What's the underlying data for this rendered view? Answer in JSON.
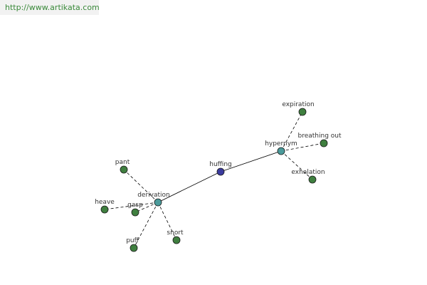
{
  "header": {
    "url": "http://www.artikata.com"
  },
  "colors": {
    "center_node": "#3b3b9e",
    "relation_node": "#4a9a9a",
    "leaf_node": "#3f7f3f",
    "edge": "#000000",
    "url_text": "#3a8a3a"
  },
  "graph": {
    "nodes": [
      {
        "id": "huffing",
        "label": "huffing",
        "kind": "center"
      },
      {
        "id": "hypernym",
        "label": "hypernym",
        "kind": "relation"
      },
      {
        "id": "derivation",
        "label": "derivation",
        "kind": "relation"
      },
      {
        "id": "expiration",
        "label": "expiration",
        "kind": "leaf"
      },
      {
        "id": "breathing-out",
        "label": "breathing out",
        "kind": "leaf"
      },
      {
        "id": "exhalation",
        "label": "exhalation",
        "kind": "leaf"
      },
      {
        "id": "pant",
        "label": "pant",
        "kind": "leaf"
      },
      {
        "id": "heave",
        "label": "heave",
        "kind": "leaf"
      },
      {
        "id": "gasp",
        "label": "gasp",
        "kind": "leaf"
      },
      {
        "id": "puff",
        "label": "puff",
        "kind": "leaf"
      },
      {
        "id": "snort",
        "label": "snort",
        "kind": "leaf"
      }
    ],
    "edges": [
      {
        "from": "huffing",
        "to": "hypernym",
        "style": "solid"
      },
      {
        "from": "huffing",
        "to": "derivation",
        "style": "solid"
      },
      {
        "from": "hypernym",
        "to": "expiration",
        "style": "dashed"
      },
      {
        "from": "hypernym",
        "to": "breathing-out",
        "style": "dashed"
      },
      {
        "from": "hypernym",
        "to": "exhalation",
        "style": "dashed"
      },
      {
        "from": "derivation",
        "to": "pant",
        "style": "dashed"
      },
      {
        "from": "derivation",
        "to": "heave",
        "style": "dashed"
      },
      {
        "from": "derivation",
        "to": "gasp",
        "style": "dashed"
      },
      {
        "from": "derivation",
        "to": "puff",
        "style": "dashed"
      },
      {
        "from": "derivation",
        "to": "snort",
        "style": "dashed"
      }
    ]
  }
}
